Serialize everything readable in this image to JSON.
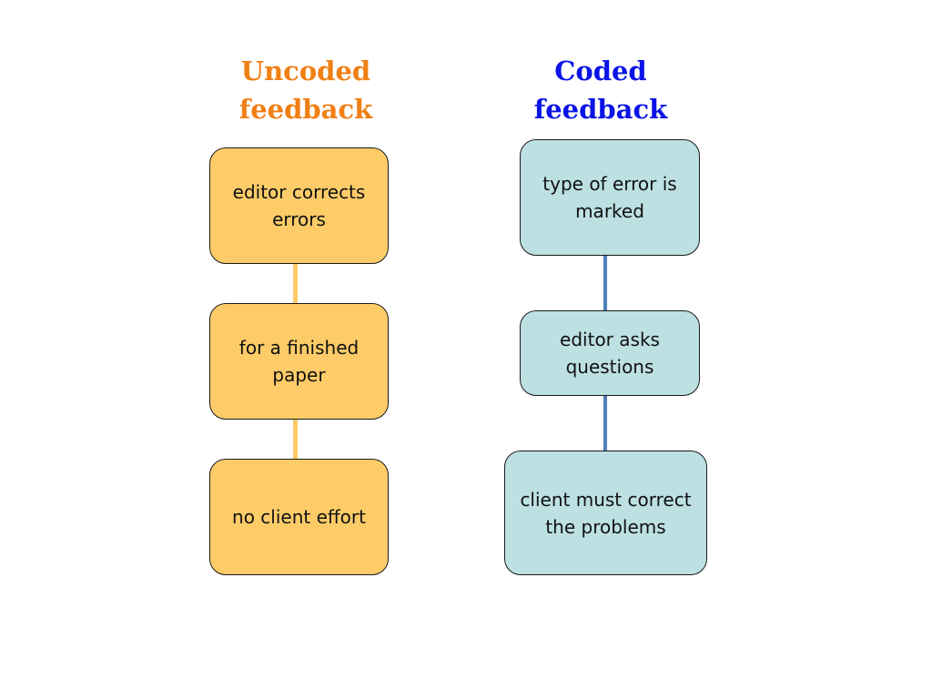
{
  "headings": {
    "uncoded": {
      "line1": "Uncoded",
      "line2": "feedback"
    },
    "coded": {
      "line1": "Coded",
      "line2": "feedback"
    }
  },
  "uncoded_column": {
    "boxes": [
      "editor corrects errors",
      "for a finished paper",
      "no client effort"
    ]
  },
  "coded_column": {
    "boxes": [
      "type  of error is marked",
      "editor asks questions",
      "client must correct the problems"
    ]
  },
  "colors": {
    "uncoded_heading": "#f07f14",
    "coded_heading": "#0a14e6",
    "uncoded_fill": "#fdcc68",
    "coded_fill": "#bde0e3",
    "uncoded_connector": "#fdcc68",
    "coded_connector": "#4f7fb8",
    "border": "#1a1a1a"
  }
}
